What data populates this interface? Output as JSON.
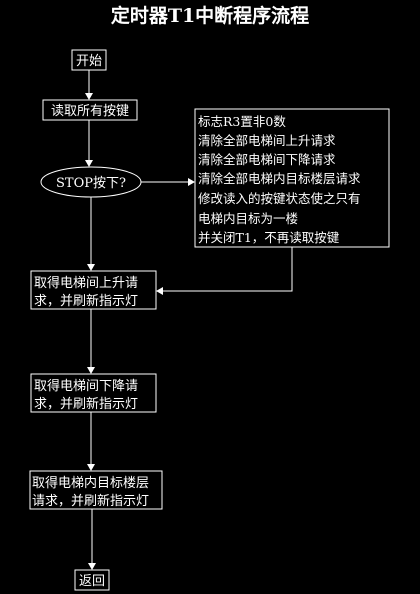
{
  "title": "定时器T1中断程序流程",
  "colors": {
    "background": "#000000",
    "foreground": "#ffffff"
  },
  "nodes": {
    "start": "开始",
    "read_keys": "读取所有按键",
    "stop_decision": "STOP按下?",
    "step_up": {
      "line1": "取得电梯间上升请",
      "line2": "求，并刷新指示灯"
    },
    "step_down": {
      "line1": "取得电梯间下降请",
      "line2": "求，并刷新指示灯"
    },
    "step_target": {
      "line1": "取得电梯内目标楼层",
      "line2": "请求，并刷新指示灯"
    },
    "return": "返回"
  },
  "stop_actions": [
    "标志R3置非0数",
    "清除全部电梯间上升请求",
    "清除全部电梯间下降请求",
    "清除全部电梯内目标楼层请求",
    "修改读入的按键状态使之只有",
    "电梯内目标为一楼",
    "并关闭T1，不再读取按键"
  ]
}
